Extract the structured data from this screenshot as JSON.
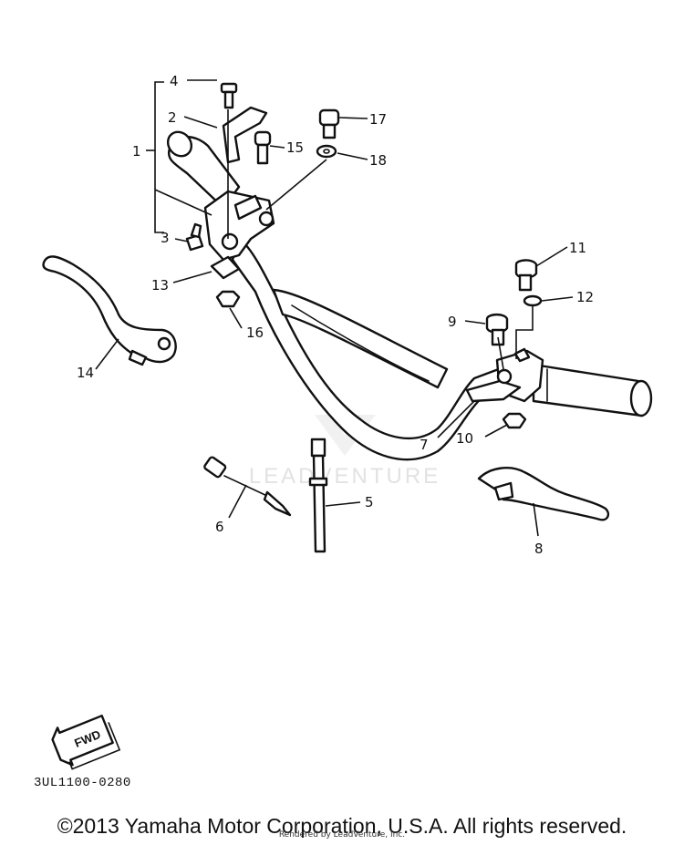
{
  "callouts": [
    "1",
    "2",
    "3",
    "4",
    "5",
    "6",
    "7",
    "8",
    "9",
    "10",
    "11",
    "12",
    "13",
    "14",
    "15",
    "16",
    "17",
    "18"
  ],
  "fwd_label": "FWD",
  "diagram_code": "3UL1100-0280",
  "watermark": "LEADVENTURE",
  "copyright": "©2013 Yamaha Motor Corporation, U.S.A. All rights reserved.",
  "rendered_by": "Rendered by LeadVenture, Inc."
}
